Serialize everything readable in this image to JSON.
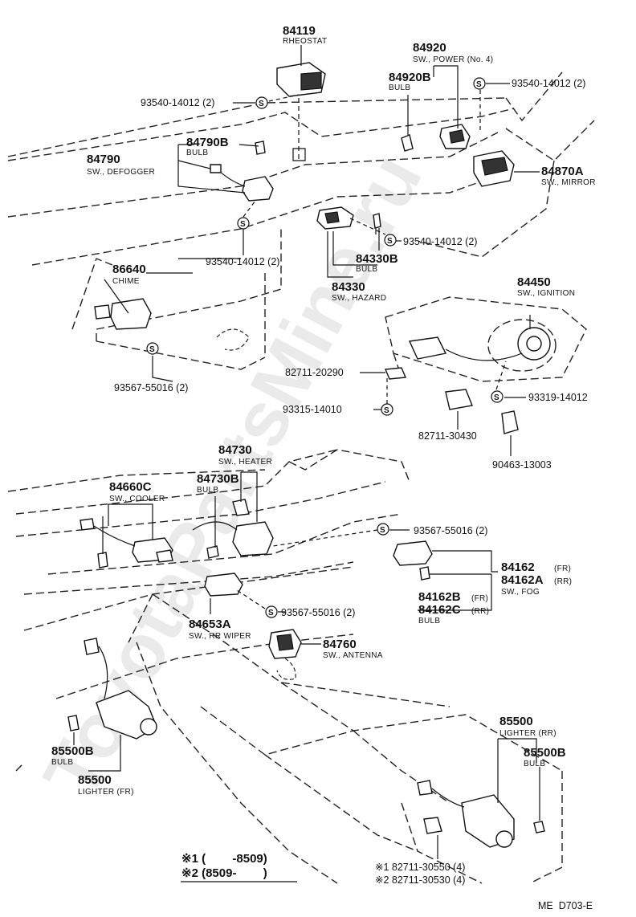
{
  "watermark": "ToyotaPartsMine.ru",
  "diagram_code": "ME  D703-E",
  "screw_symbol": "S",
  "legend": {
    "line1": "※1 (        -8509)",
    "line2": "※2 (8509-        )"
  },
  "labels": {
    "p84119": "84119",
    "p84119_sub": "RHEOSTAT",
    "p84920": "84920",
    "p84920_sub": "SW., POWER (No. 4)",
    "p84920b": "84920B",
    "p84920b_sub": "BULB",
    "b93540_a": "93540-14012 (2)",
    "b93540_b": "93540-14012 (2)",
    "p84790b": "84790B",
    "p84790b_sub": "BULB",
    "p84790": "84790",
    "p84790_sub": "SW., DEFOGGER",
    "p84870a": "84870A",
    "p84870a_sub": "SW., MIRROR",
    "b93540_c": "93540-14012 (2)",
    "b93540_d": "93540-14012 (2)",
    "p86640": "86640",
    "p86640_sub": "CHIME",
    "p84330b": "84330B",
    "p84330b_sub": "BULB",
    "p84330": "84330",
    "p84330_sub": "SW., HAZARD",
    "p84450": "84450",
    "p84450_sub": "SW., IGNITION",
    "b93567_a": "93567-55016 (2)",
    "b82711_20290": "82711-20290",
    "b93315": "93315-14010",
    "b93319": "93319-14012",
    "b82711_30430": "82711-30430",
    "b90463": "90463-13003",
    "p84730": "84730",
    "p84730_sub": "SW., HEATER",
    "p84660c": "84660C",
    "p84660c_sub": "SW., COOLER",
    "p84730b": "84730B",
    "p84730b_sub": "BULB",
    "b93567_b": "93567-55016 (2)",
    "p84162": "84162",
    "p84162_tag": "(FR)",
    "p84162a": "84162A",
    "p84162a_tag": "(RR)",
    "p84162_sub": "SW., FOG",
    "p84162b": "84162B",
    "p84162b_tag": "(FR)",
    "p84162c": "84162C",
    "p84162c_tag": "(RR)",
    "p84162bc_sub": "BULB",
    "b93567_c": "93567-55016 (2)",
    "p84653a": "84653A",
    "p84653a_sub": "SW., RR WIPER",
    "p84760": "84760",
    "p84760_sub": "SW., ANTENNA",
    "p85500_rr": "85500",
    "p85500_rr_sub": "LIGHTER (RR)",
    "p85500b_rr": "85500B",
    "p85500b_rr_sub": "BULB",
    "p85500b_fr": "85500B",
    "p85500b_fr_sub": "BULB",
    "p85500_fr": "85500",
    "p85500_fr_sub": "LIGHTER (FR)",
    "b82711_30550": "※1 82711-30550 (4)",
    "b82711_30530": "※2 82711-30530 (4)"
  }
}
